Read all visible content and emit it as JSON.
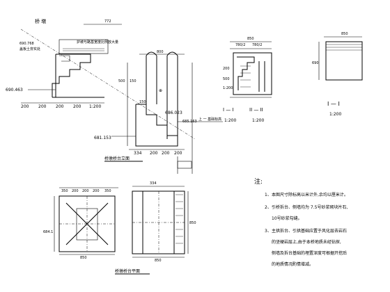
{
  "elevation": {
    "title": "桥 墩",
    "top_width": "772",
    "left_width": "800",
    "embed_label": "护坡与路基宽度比例放大量",
    "side_label": "盖板土夯实处",
    "elev_top_left": "690.768",
    "elev_mid_left": "690.463",
    "elev_right": "686.023",
    "elev_right2": "685.163",
    "elev_bottom": "681.153",
    "col_label_1": "500",
    "col_label_2": "150",
    "col_label_3": "150",
    "steps": [
      "200",
      "200",
      "200",
      "200",
      "1:200"
    ],
    "base_dims": [
      "334",
      "200",
      "200",
      "200"
    ],
    "right_base_label": "上 一 基础标高",
    "caption": "桥墩桥台立面"
  },
  "section_11": {
    "top_width": "850",
    "halves": [
      "780/2",
      "780/2"
    ],
    "heights": [
      "200",
      "500",
      "1:200"
    ],
    "label_a": "I — I",
    "scale_a": "1:200",
    "label_b": "II — II",
    "scale_b": "1:200"
  },
  "section_small": {
    "width": "850",
    "height": "690",
    "label": "I — I",
    "scale": "1:200"
  },
  "plan": {
    "left_dims": [
      "350",
      "200",
      "200",
      "200",
      "350"
    ],
    "left_height": "684.1",
    "left_width": "850",
    "mid_width": "334",
    "right_height": "850",
    "right_width": "850",
    "caption": "桥墩桥台平面"
  },
  "notes": {
    "heading": "注:",
    "items": [
      {
        "n": "1、",
        "text": "本图尺寸除标高以米计外,余均以厘米计。"
      },
      {
        "n": "2、",
        "text": "引桥拆台、侧墙均为 7.5号砂浆砌块片石,"
      },
      {
        "n": "",
        "text": "10号砂浆勾缝。"
      },
      {
        "n": "3、",
        "text": "主拱拆台、引拱基础应置于风化层去岩石"
      },
      {
        "n": "",
        "text": "的坚硬岩层上,由于本桥地质未经钻探,"
      },
      {
        "n": "",
        "text": "侧墙及拆台基础的埋置深度可根据开挖后"
      },
      {
        "n": "",
        "text": "的地质情况酌情增减。"
      }
    ]
  }
}
